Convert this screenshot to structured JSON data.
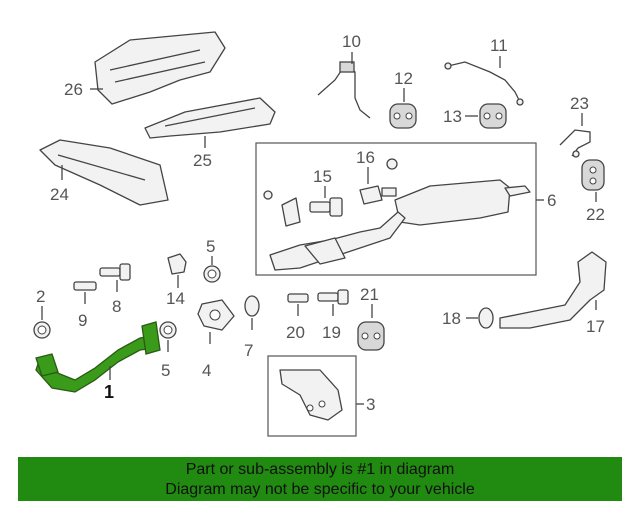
{
  "diagram": {
    "callouts": {
      "c1": "1",
      "c2": "2",
      "c3": "3",
      "c4": "4",
      "c5a": "5",
      "c5b": "5",
      "c6": "6",
      "c7": "7",
      "c8": "8",
      "c9": "9",
      "c10": "10",
      "c11": "11",
      "c12": "12",
      "c13": "13",
      "c14": "14",
      "c15": "15",
      "c16": "16",
      "c17": "17",
      "c18": "18",
      "c19": "19",
      "c20": "20",
      "c21": "21",
      "c22": "22",
      "c23": "23",
      "c24": "24",
      "c25": "25",
      "c26": "26"
    },
    "highlight_color": "#3a9a1a"
  },
  "banner": {
    "line1": "Part or sub-assembly is #1 in diagram",
    "line2": "Diagram may not be specific to your vehicle",
    "color": "#218a10"
  }
}
